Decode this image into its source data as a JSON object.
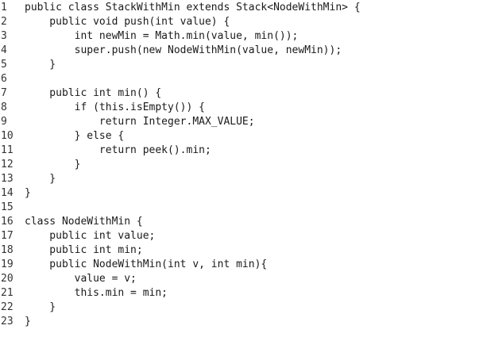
{
  "code": {
    "lines": [
      {
        "number": "1",
        "text": "public class StackWithMin extends Stack<NodeWithMin> {"
      },
      {
        "number": "2",
        "text": "    public void push(int value) {"
      },
      {
        "number": "3",
        "text": "        int newMin = Math.min(value, min());"
      },
      {
        "number": "4",
        "text": "        super.push(new NodeWithMin(value, newMin));"
      },
      {
        "number": "5",
        "text": "    }"
      },
      {
        "number": "6",
        "text": ""
      },
      {
        "number": "7",
        "text": "    public int min() {"
      },
      {
        "number": "8",
        "text": "        if (this.isEmpty()) {"
      },
      {
        "number": "9",
        "text": "            return Integer.MAX_VALUE;"
      },
      {
        "number": "10",
        "text": "        } else {"
      },
      {
        "number": "11",
        "text": "            return peek().min;"
      },
      {
        "number": "12",
        "text": "        }"
      },
      {
        "number": "13",
        "text": "    }"
      },
      {
        "number": "14",
        "text": "}"
      },
      {
        "number": "15",
        "text": ""
      },
      {
        "number": "16",
        "text": "class NodeWithMin {"
      },
      {
        "number": "17",
        "text": "    public int value;"
      },
      {
        "number": "18",
        "text": "    public int min;"
      },
      {
        "number": "19",
        "text": "    public NodeWithMin(int v, int min){"
      },
      {
        "number": "20",
        "text": "        value = v;"
      },
      {
        "number": "21",
        "text": "        this.min = min;"
      },
      {
        "number": "22",
        "text": "    }"
      },
      {
        "number": "23",
        "text": "}"
      }
    ]
  }
}
